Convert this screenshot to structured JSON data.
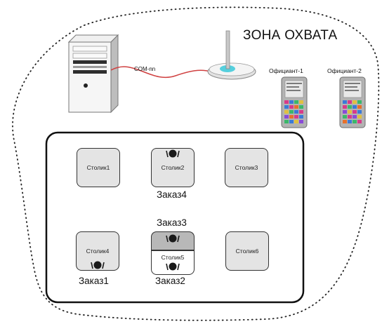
{
  "zone_label": "ЗОНА ОХВАТА",
  "connection_label": "COM-nn",
  "waiters": [
    {
      "label": "Официант-1"
    },
    {
      "label": "Официант-2"
    }
  ],
  "tables": [
    {
      "label": "Столик1"
    },
    {
      "label": "Столик2"
    },
    {
      "label": "Столик3"
    },
    {
      "label": "Столик4"
    },
    {
      "label": "Столик5"
    },
    {
      "label": "Столик6"
    }
  ],
  "orders": [
    {
      "label": "Заказ4"
    },
    {
      "label": "Заказ3"
    },
    {
      "label": "Заказ1"
    },
    {
      "label": "Заказ2"
    }
  ],
  "colors": {
    "cable": "#d04040",
    "table_fill": "#e4e4e4",
    "table_highlight": "#b8b8b8",
    "antenna_glow": "#38c8d8"
  },
  "icons": {
    "server": "computer-tower-icon",
    "base_station": "radio-antenna-icon",
    "handheld": "pda-terminal-icon",
    "order_marker": "dining-plate-icon"
  }
}
